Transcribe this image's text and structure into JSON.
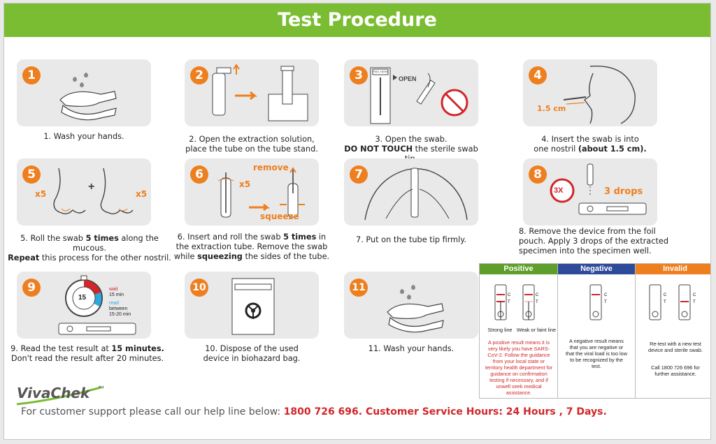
{
  "title": "Test Procedure",
  "colors": {
    "banner": "#7bbd32",
    "badge": "#ee7f1f",
    "positive": "#5e9e2b",
    "negative": "#2e4a9b",
    "invalid": "#ee7f1f",
    "red": "#d1262a"
  },
  "steps": {
    "s1": {
      "num": "1",
      "cap1": "1.  Wash your hands."
    },
    "s2": {
      "num": "2",
      "cap1": "2. Open the extraction solution,",
      "cap2": "place the tube on the tube stand."
    },
    "s3": {
      "num": "3",
      "img_peel": "PEEL HERE",
      "img_open": "OPEN",
      "cap1": "3. Open the swab.",
      "cap2_b": "DO NOT TOUCH",
      "cap2_r": " the sterile swab tip."
    },
    "s4": {
      "num": "4",
      "img": "1.5 cm",
      "cap1": "4.  Insert the swab is into",
      "cap2_a": "one nostril ",
      "cap2_b": "(about 1.5 cm)."
    },
    "s5": {
      "num": "5",
      "img_x5a": "x5",
      "img_plus": "+",
      "img_x5b": "x5",
      "cap1_a": "5.  Roll the swab ",
      "cap1_b": "5 times",
      "cap1_c": " along the mucous.",
      "cap2_b": "Repeat",
      "cap2_c": " this process for the other nostril."
    },
    "s6": {
      "num": "6",
      "img_remove": "remove",
      "img_x5": "x5",
      "img_squeeze": "squeeze",
      "cap1_a": "6. Insert and roll the swab ",
      "cap1_b": "5 times",
      "cap1_c": " in",
      "cap2": "the extraction tube. Remove the swab",
      "cap3_a": "while ",
      "cap3_b": "squeezing",
      "cap3_c": " the sides of the tube."
    },
    "s7": {
      "num": "7",
      "cap1": "7. Put on the tube tip firmly."
    },
    "s8": {
      "num": "8",
      "img_3x": "3X",
      "img_drops": "3 drops",
      "cap1": "8. Remove the device from the foil",
      "cap2": "pouch. Apply 3 drops of the extracted",
      "cap3": "specimen into the specimen well."
    },
    "s9": {
      "num": "9",
      "img_15": "15",
      "img_wait": "wait",
      "img_wait2": "15 min",
      "img_read": "read",
      "img_read2": "between",
      "img_read3": "15-20 min",
      "cap1_a": "9. Read the test result at ",
      "cap1_b": "15 minutes.",
      "cap2": "Don't read the result after 20 minutes."
    },
    "s10": {
      "num": "10",
      "cap1": "10. Dispose of the used",
      "cap2": "device in biohazard bag."
    },
    "s11": {
      "num": "11",
      "cap1": "11. Wash your hands."
    }
  },
  "results": {
    "positive": {
      "label": "Positive",
      "strong": "Strong line",
      "weak": "Weak or faint line",
      "text": "A positive result means it is very likely you have SARS-CoV-2. Follow the guidance from your local state or territory health department for guidance on confirmation testing if necessary, and if unwell seek medical assistance."
    },
    "negative": {
      "label": "Negative",
      "text": "A negative result means that you are negative or that the viral load is too low to be recognized by the test."
    },
    "invalid": {
      "label": "Invalid",
      "text1": "Re-test with a new test device and sterile swab.",
      "text2": "Call 1800 726 696 for further assistance."
    },
    "c": "C",
    "t": "T"
  },
  "logo": {
    "name": "VivaChek",
    "tm": "™"
  },
  "footer": {
    "text": "For customer support please call our help line below:",
    "highlight": "1800 726 696. Customer Service Hours: 24 Hours , 7 Days."
  }
}
